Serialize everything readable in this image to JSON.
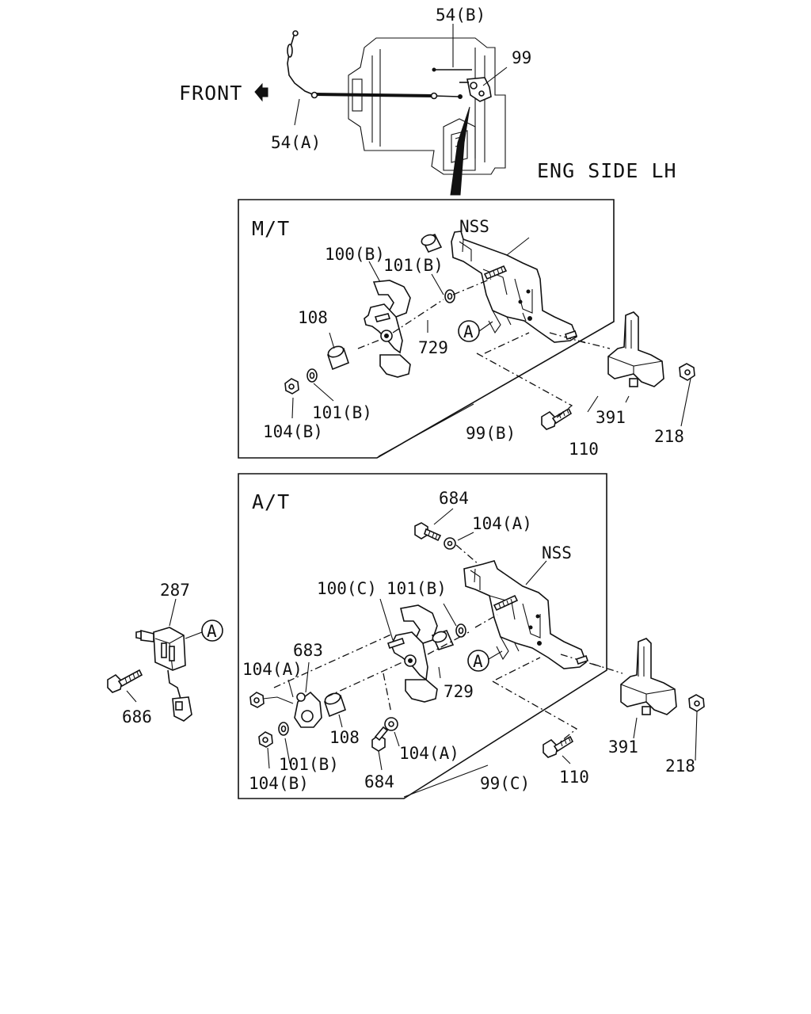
{
  "top": {
    "front_label": "FRONT",
    "eng_side_label": "ENG SIDE LH",
    "callouts": {
      "c54b": "54(B)",
      "c99": "99",
      "c54a": "54(A)"
    }
  },
  "mt": {
    "title": "M/T",
    "circle_ref": "A",
    "callouts": {
      "nss": "NSS",
      "c100b": "100(B)",
      "c101b_top": "101(B)",
      "c108": "108",
      "c729": "729",
      "c101b_bottom": "101(B)",
      "c104b": "104(B)",
      "c99b": "99(B)",
      "c110": "110",
      "c391": "391",
      "c218": "218"
    }
  },
  "at": {
    "title": "A/T",
    "circle_ref": "A",
    "callouts": {
      "c684_top": "684",
      "c104a_top": "104(A)",
      "nss": "NSS",
      "c100c": "100(C)",
      "c101b_top": "101(B)",
      "c683": "683",
      "c104a_left": "104(A)",
      "c729": "729",
      "c108": "108",
      "c104a_mid": "104(A)",
      "c101b_bottom": "101(B)",
      "c104b": "104(B)",
      "c684_bottom": "684",
      "c99c": "99(C)",
      "c110": "110",
      "c391": "391",
      "c218": "218"
    }
  },
  "switch": {
    "circle_ref": "A",
    "callouts": {
      "c287": "287",
      "c686": "686"
    }
  }
}
